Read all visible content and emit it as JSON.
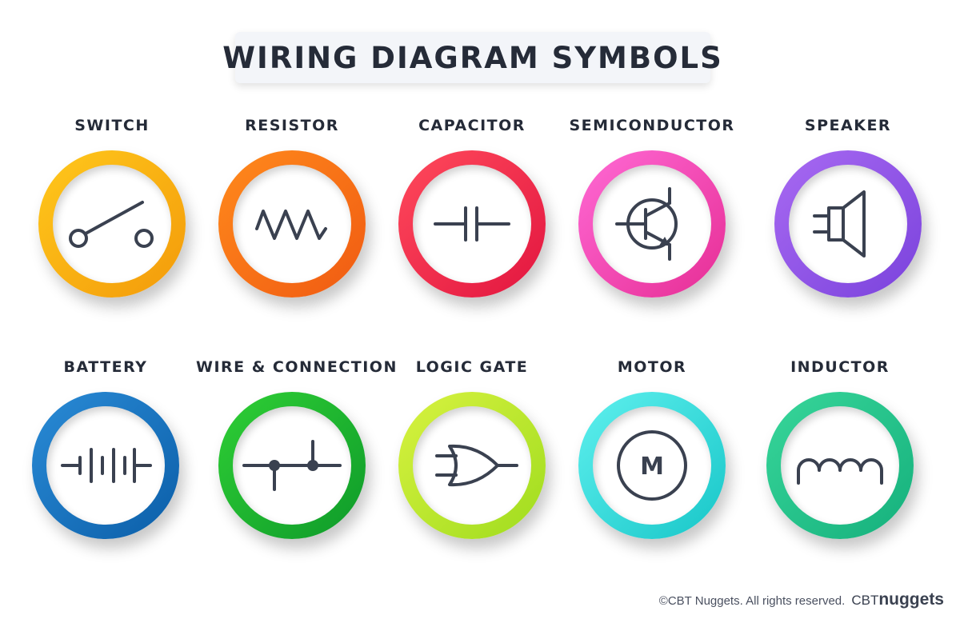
{
  "title": "WIRING DIAGRAM SYMBOLS",
  "symbols": [
    {
      "label": "SWITCH",
      "colors": [
        "#ffc81c",
        "#f39a0a"
      ]
    },
    {
      "label": "RESISTOR",
      "colors": [
        "#ff8a1c",
        "#f05a12"
      ]
    },
    {
      "label": "CAPACITOR",
      "colors": [
        "#ff4a5c",
        "#e2153f"
      ]
    },
    {
      "label": "SEMICONDUCTOR",
      "colors": [
        "#ff6ad5",
        "#e62d94"
      ]
    },
    {
      "label": "SPEAKER",
      "colors": [
        "#a86af2",
        "#7a42dc"
      ]
    },
    {
      "label": "BATTERY",
      "colors": [
        "#2a8bd6",
        "#0b5ea8"
      ]
    },
    {
      "label": "WIRE & CONNECTION",
      "colors": [
        "#2fcf35",
        "#0e9a2a"
      ]
    },
    {
      "label": "LOGIC GATE",
      "colors": [
        "#d8f240",
        "#9fdc1e"
      ]
    },
    {
      "label": "MOTOR",
      "colors": [
        "#5ff0ee",
        "#17c6c8"
      ]
    },
    {
      "label": "INDUCTOR",
      "colors": [
        "#38d69a",
        "#15b07c"
      ]
    }
  ],
  "motor_letter": "M",
  "footer": {
    "rights": "©CBT Nuggets. All rights reserved.",
    "brand_prefix": "CBT",
    "brand_name": "nuggets"
  }
}
